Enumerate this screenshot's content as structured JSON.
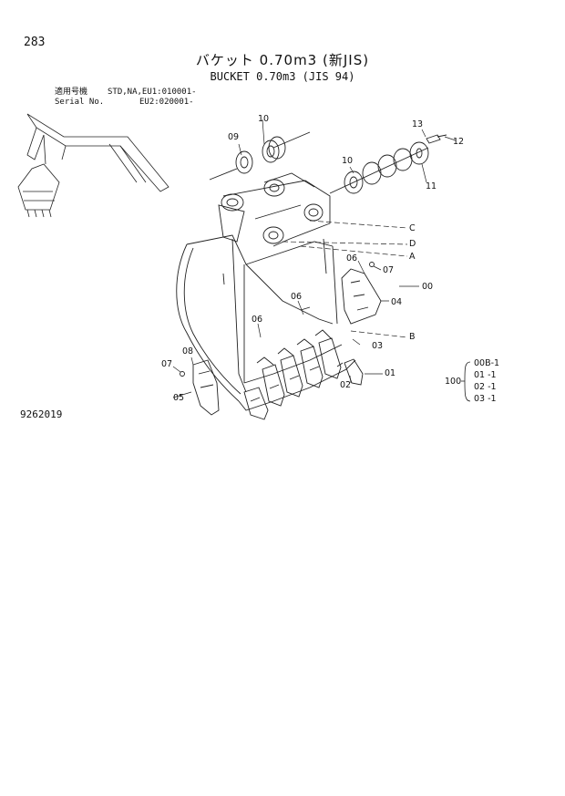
{
  "page_number": "283",
  "title_jp": "バケット 0.70m3 (新JIS)",
  "title_en": "BUCKET 0.70m3 (JIS 94)",
  "serial_block": {
    "label_jp": "適用号機",
    "label_en": "Serial No.",
    "line1": "STD,NA,EU1:010001-",
    "line2": "EU2:020001-"
  },
  "callouts": {
    "c10a": "10",
    "c09": "09",
    "c13": "13",
    "c12": "12",
    "c10b": "10",
    "c11": "11",
    "cC": "C",
    "cD": "D",
    "cA": "A",
    "c06a": "06",
    "c07a": "07",
    "c00": "00",
    "c04": "04",
    "c06b": "06",
    "c06c": "06",
    "cB": "B",
    "c03": "03",
    "c08": "08",
    "c07b": "07",
    "c01": "01",
    "c02": "02",
    "c05": "05"
  },
  "assembly": {
    "parent": "100",
    "items": [
      "00B-1",
      "01 -1",
      "02 -1",
      "03 -1"
    ]
  },
  "document_number": "9262019"
}
